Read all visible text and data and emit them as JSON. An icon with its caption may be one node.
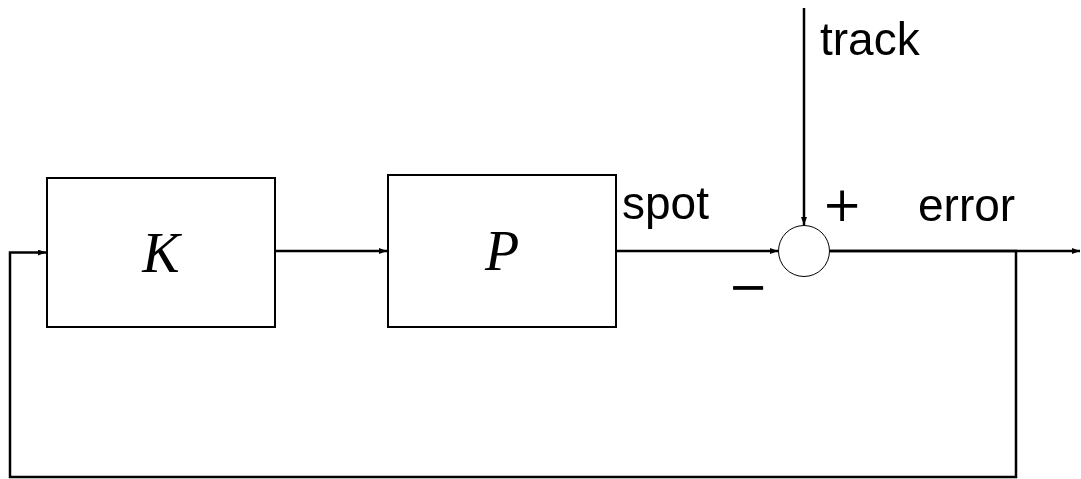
{
  "diagram": {
    "nodes": [
      {
        "text": [
          "K"
        ]
      },
      {
        "text": [
          "P"
        ]
      },
      {
        "text": [],
        "shape": "circle"
      }
    ],
    "edges": [
      {
        "from": 0,
        "to": 1,
        "arrow": "to"
      },
      {
        "from": 1,
        "to": 2,
        "arrow": "to",
        "label": "spot"
      },
      {
        "from": null,
        "to": 2,
        "arrow": "to",
        "label": "track"
      },
      {
        "from": 2,
        "to": null,
        "arrow": "to",
        "label": "error"
      },
      {
        "from": 2,
        "to": 0,
        "arrow": "to"
      }
    ],
    "labels": [
      "+",
      "−"
    ]
  }
}
